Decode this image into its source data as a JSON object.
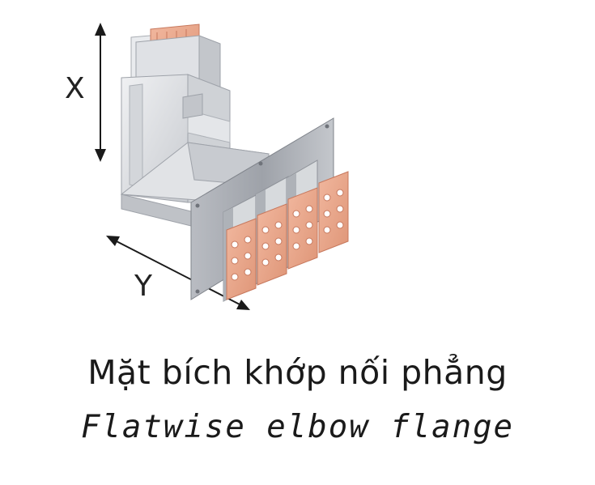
{
  "labels": {
    "dimension_x": "X",
    "dimension_y": "Y"
  },
  "caption": {
    "vietnamese": "Mặt bích khớp nối phẳng",
    "english": "Flatwise elbow flange"
  },
  "colors": {
    "background": "#ffffff",
    "housing_light": "#e6e8eb",
    "housing_mid": "#c9ccd1",
    "housing_dark": "#9da1a8",
    "copper": "#e8a58a",
    "copper_edge": "#c7785d",
    "text": "#1a1a1a"
  },
  "icons": [
    "busbar-elbow-illustration",
    "vertical-dimension-arrow",
    "diagonal-dimension-arrow"
  ]
}
